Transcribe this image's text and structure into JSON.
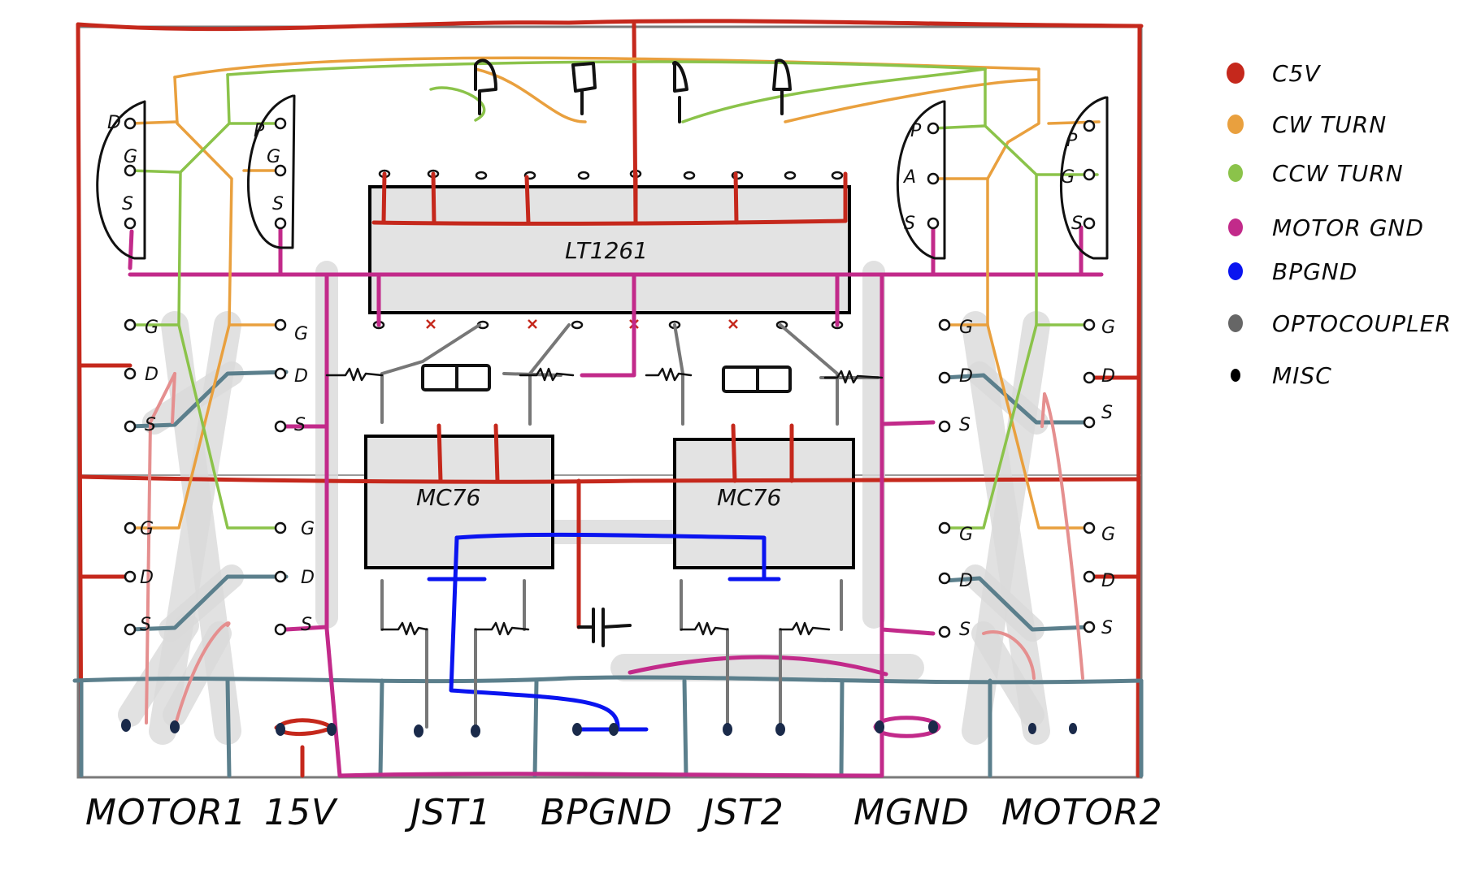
{
  "legend": {
    "items": [
      {
        "label": "C5V",
        "color": "#c5281c",
        "name": "legend-c5v"
      },
      {
        "label": "CW TURN",
        "color": "#e9a03e",
        "name": "legend-cw-turn"
      },
      {
        "label": "CCW TURN",
        "color": "#8bc34a",
        "name": "legend-ccw-turn"
      },
      {
        "label": "MOTOR GND",
        "color": "#c22a8a",
        "name": "legend-motor-gnd"
      },
      {
        "label": "BPGND",
        "color": "#0a14f0",
        "name": "legend-bpgnd"
      },
      {
        "label": "OPTOCOUPLER",
        "color": "#666666",
        "name": "legend-optocoupler"
      },
      {
        "label": "MISC",
        "color": "#000000",
        "name": "legend-misc"
      }
    ]
  },
  "chips": {
    "main": "LT1261",
    "driver_left": "MC76",
    "driver_right": "MC76"
  },
  "pin_labels": {
    "gate": "G",
    "drain": "D",
    "source": "S",
    "p": "P",
    "a": "A"
  },
  "connectors": [
    {
      "label": "MOTOR1",
      "name": "connector-motor1-left"
    },
    {
      "label": "15V",
      "name": "connector-15v"
    },
    {
      "label": "JST1",
      "name": "connector-jst1"
    },
    {
      "label": "BPGND",
      "name": "connector-bpgnd"
    },
    {
      "label": "JST2",
      "name": "connector-jst2"
    },
    {
      "label": "MGND",
      "name": "connector-mgnd"
    },
    {
      "label": "MOTOR2",
      "name": "connector-motor2-right"
    }
  ],
  "colors": {
    "c5v": "#c5281c",
    "cw": "#e9a03e",
    "ccw": "#8bc34a",
    "motor_gnd": "#c22a8a",
    "bpgnd": "#0a14f0",
    "opto": "#666666",
    "misc": "#000000",
    "bus": "#5b7f8c",
    "motor_lead": "#e58f8f",
    "chip_fill": "#e3e3e3",
    "highlight": "#d9d9d9"
  }
}
